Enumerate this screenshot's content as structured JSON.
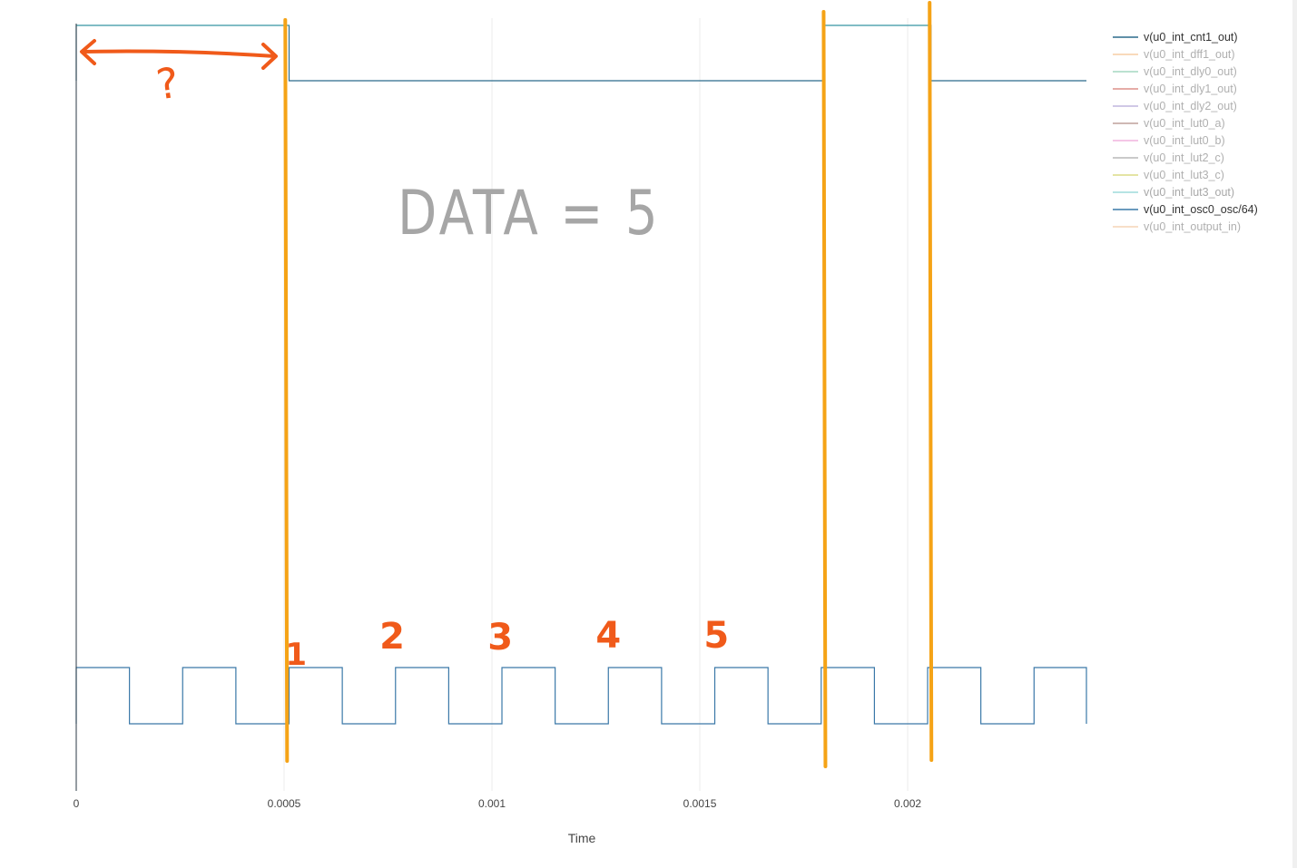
{
  "chart_data": {
    "type": "line",
    "title": "",
    "xlabel": "Time",
    "ylabel": "",
    "xlim": [
      0,
      0.00243
    ],
    "x_ticks": [
      0,
      0.0005,
      0.001,
      0.0015,
      0.002
    ],
    "x_tick_labels": [
      "0",
      "0.0005",
      "0.001",
      "0.0015",
      "0.002"
    ],
    "grid": "vertical",
    "legend_position": "top-right",
    "series": [
      {
        "name": "v(u0_int_cnt1_out)",
        "color": "#2b6b8c",
        "opacity": 1,
        "x": [
          0,
          0,
          0.000512,
          0.000512,
          0.0018,
          0.0018,
          0.002056,
          0.002056,
          0.00243
        ],
        "y": [
          0,
          1,
          1,
          0,
          0,
          1,
          1,
          0,
          0
        ]
      },
      {
        "name": "v(u0_int_dff1_out)",
        "color": "#f2a65a",
        "opacity": 0.55,
        "x": [],
        "y": []
      },
      {
        "name": "v(u0_int_dly0_out)",
        "color": "#5ab88f",
        "opacity": 0.55,
        "x": [],
        "y": []
      },
      {
        "name": "v(u0_int_dly1_out)",
        "color": "#c0392b",
        "opacity": 0.55,
        "x": [],
        "y": []
      },
      {
        "name": "v(u0_int_dly2_out)",
        "color": "#8e7cc3",
        "opacity": 0.55,
        "x": [],
        "y": []
      },
      {
        "name": "v(u0_int_lut0_a)",
        "color": "#8c564b",
        "opacity": 0.55,
        "x": [],
        "y": []
      },
      {
        "name": "v(u0_int_lut0_b)",
        "color": "#e377c2",
        "opacity": 0.55,
        "x": [],
        "y": []
      },
      {
        "name": "v(u0_int_lut2_c)",
        "color": "#7f7f7f",
        "opacity": 0.55,
        "x": [],
        "y": []
      },
      {
        "name": "v(u0_int_lut3_c)",
        "color": "#bcbd22",
        "opacity": 0.55,
        "x": [],
        "y": []
      },
      {
        "name": "v(u0_int_lut3_out)",
        "color": "#5ec4c4",
        "opacity": 0.6,
        "x": [
          0,
          0.000512,
          0.0018,
          0.002056
        ],
        "y": [
          1,
          1,
          1,
          1
        ]
      },
      {
        "name": "v(u0_int_osc0_osc/64)",
        "color": "#3a78a8",
        "opacity": 1,
        "x": [
          0,
          0,
          0.000128,
          0.000128,
          0.000256,
          0.000256,
          0.000384,
          0.000384,
          0.000512,
          0.000512,
          0.00064,
          0.00064,
          0.000768,
          0.000768,
          0.000896,
          0.000896,
          0.001024,
          0.001024,
          0.001152,
          0.001152,
          0.00128,
          0.00128,
          0.001408,
          0.001408,
          0.001536,
          0.001536,
          0.001664,
          0.001664,
          0.001792,
          0.001792,
          0.00192,
          0.00192,
          0.002048,
          0.002048,
          0.002176,
          0.002176,
          0.002304,
          0.002304,
          0.00243,
          0.00243
        ],
        "y": [
          0,
          1,
          1,
          0,
          0,
          1,
          1,
          0,
          0,
          1,
          1,
          0,
          0,
          1,
          1,
          0,
          0,
          1,
          1,
          0,
          0,
          1,
          1,
          0,
          0,
          1,
          1,
          0,
          0,
          1,
          1,
          0,
          0,
          1,
          1,
          0,
          0,
          1,
          1,
          0
        ]
      },
      {
        "name": "v(u0_int_output_in)",
        "color": "#f0b27a",
        "opacity": 0.55,
        "x": [],
        "y": []
      }
    ],
    "annotations": {
      "data_text": "DATA = 5",
      "question_mark": "?",
      "pulse_counts": [
        "1",
        "2",
        "3",
        "4",
        "5"
      ],
      "marker_color": "#f5a316",
      "pen_color": "#f05a1a",
      "text_color": "#a6a6a6",
      "marker_times": [
        0.000505,
        0.0018,
        0.002055
      ],
      "count_times": [
        0.00052,
        0.00076,
        0.00102,
        0.00128,
        0.00154
      ]
    }
  }
}
